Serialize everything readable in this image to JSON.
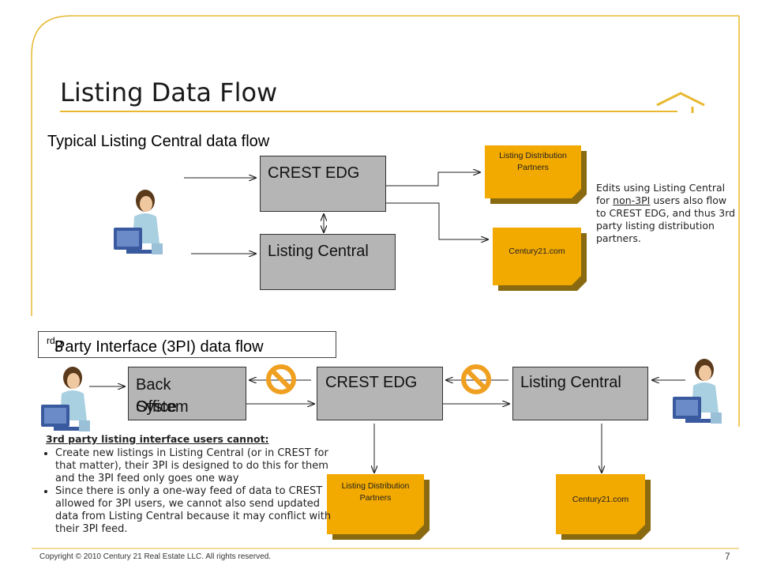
{
  "title": "Listing Data Flow",
  "section1": {
    "heading": "Typical Listing Central data flow",
    "crest_box": "CREST EDG",
    "lc_box": "Listing Central",
    "partners_note": "Listing Distribution Partners",
    "c21_note": "Century21.com",
    "edits_note_pre": "Edits using Listing Central for ",
    "edits_note_link": "non-3PI",
    "edits_note_post": " users also flow to CREST EDG, and thus 3rd party listing distribution partners."
  },
  "section2": {
    "heading_pre": "3",
    "heading_sup": "rd",
    "heading_post": " Party Interface (3PI) data flow",
    "back_office_box_line1": "Back Office",
    "back_office_box_line2": "System",
    "crest_box": "CREST EDG",
    "lc_box": "Listing Central",
    "partners_note": "Listing Distribution Partners",
    "c21_note": "Century21.com",
    "cannot_heading": "3rd party listing interface users cannot:",
    "bullets": [
      "Create new listings in Listing Central (or in CREST for that matter), their 3PI is designed to do this for them and the 3PI feed only goes one way",
      "Since there is only a one-way feed of data to CREST allowed for 3PI users, we cannot also send updated data from Listing Central because it may conflict with their 3PI feed."
    ]
  },
  "footer": {
    "copyright": "Copyright © 2010 Century 21 Real Estate LLC. All rights reserved.",
    "page_number": "7"
  },
  "colors": {
    "frame_gold": "#e8b830",
    "note_fill": "#f2a900",
    "box_gray": "#b5b5b5",
    "blocked_orange": "#f0a020"
  }
}
